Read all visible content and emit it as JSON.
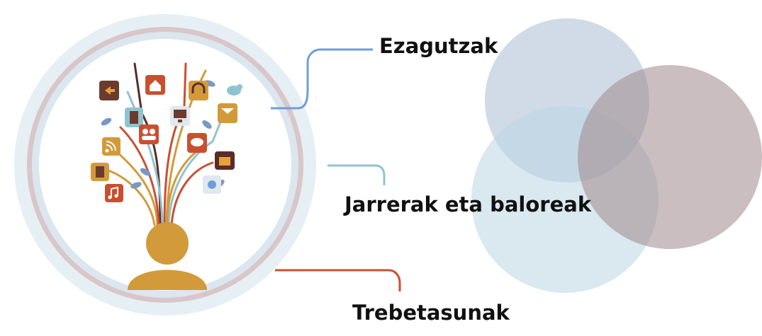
{
  "labels": {
    "knowledge": "Ezagutzak",
    "attitudes": "Jarrerak eta baloreak",
    "skills": "Trebetasunak"
  },
  "colors": {
    "knowledge_line": "#6f9ed8",
    "attitudes_line": "#8fc4cf",
    "skills_line": "#c9502f",
    "outer_ring": "#e4edf3",
    "inner_ring": "#d9c9cc",
    "person": "#d29a3a",
    "venn_blue": "#a9bdd3",
    "venn_teal": "#bcd6e3",
    "venn_mauve": "#a0888d"
  },
  "icons": [
    "share-icon",
    "home-icon",
    "headphones-icon",
    "bird-icon",
    "tablet-icon",
    "monitor-icon",
    "mail-icon",
    "users-icon",
    "chat-icon",
    "rss-icon",
    "folder-icon",
    "document-icon",
    "camera-icon",
    "music-icon"
  ]
}
